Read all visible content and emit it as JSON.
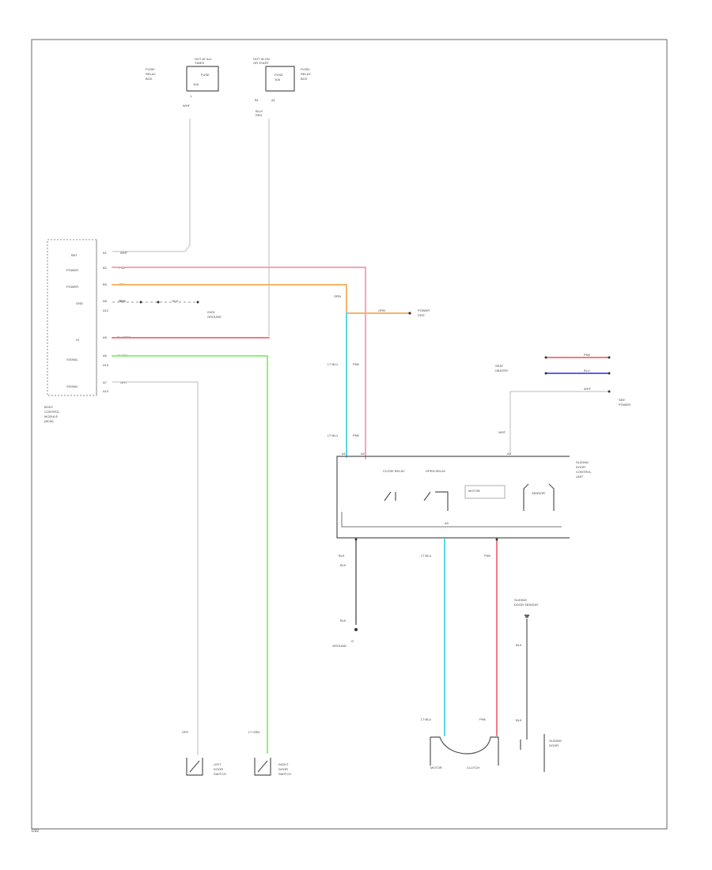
{
  "colors": {
    "pink": "#f4a6b8",
    "orange": "#f7b36a",
    "cyan": "#55d8ea",
    "green": "#8ef07c",
    "red": "#f27a86",
    "blue": "#5d5ef0",
    "gray": "#bdbdbd",
    "dark": "#555555"
  },
  "top_components": {
    "left": {
      "block": [
        "HOT AT ALL",
        "TIMES"
      ],
      "fuse": [
        "FUSE",
        "10A"
      ],
      "desc": [
        "FUSE/",
        "RELAY",
        "BOX"
      ],
      "connector": "1",
      "wire": "WHT"
    },
    "right": {
      "block": [
        "HOT IN ON",
        "OR START"
      ],
      "fuse": [
        "FUSE",
        "10A"
      ],
      "desc": [
        "FUSE/",
        "RELAY",
        "BOX"
      ],
      "pins": [
        "B1",
        "A1"
      ],
      "wire": [
        "BLU/",
        "RED"
      ]
    }
  },
  "left_module": {
    "rows": [
      {
        "label": "BAT",
        "pin": "A1",
        "wire": "WHT"
      },
      {
        "label": "POWER",
        "pin": "B2",
        "wire": "PNK"
      },
      {
        "label": "POWER",
        "pin": "B3",
        "wire": "ORN"
      },
      {
        "label": "GND",
        "pin": "A8",
        "wire": "BLK"
      },
      {
        "label": "IG",
        "pin": "A5",
        "wire": "BLU/RED"
      },
      {
        "label": "SIGNAL",
        "pin": "A6",
        "wire": "LT GRN"
      },
      {
        "label": "SIGNAL",
        "pin": "A7",
        "wire": "GRY"
      }
    ],
    "sub_pins": [
      "A12",
      "A13",
      "A14"
    ],
    "gnd_run": [
      "BLK",
      "BLK"
    ],
    "gnd_desc": [
      "G401",
      "GROUND"
    ],
    "name": [
      "BODY",
      "CONTROL",
      "MODULE",
      "(BCM)"
    ]
  },
  "orange_junction": "ORN",
  "orange_branch": {
    "wire": "ORN",
    "desc": [
      "POWER",
      "DIST."
    ]
  },
  "upper_right": {
    "wires": [
      "PNK",
      "BLU"
    ],
    "desc": [
      "SEAT",
      "HEATER"
    ],
    "white_wire": "WHT",
    "note": [
      "SEE",
      "POWER"
    ]
  },
  "vertical_labels": [
    "LT BLU",
    "PNK",
    "LT BLU",
    "PNK"
  ],
  "right_module": {
    "pins": [
      "A1",
      "A2",
      "A3"
    ],
    "inner": [
      "CLOSE RELAY",
      "OPEN RELAY",
      "MOTOR",
      "SENSOR"
    ],
    "bottom_pin": "A9",
    "name": [
      "SLIDING",
      "DOOR",
      "CONTROL",
      "UNIT"
    ],
    "top_wire": "WHT",
    "bottom_labels": [
      "BLK",
      "LT BLU",
      "PNK"
    ]
  },
  "ground_drop": {
    "wire": [
      "BLK",
      "BLK"
    ],
    "desc": [
      "G",
      "GROUND"
    ]
  },
  "sensor": {
    "label": [
      "SLIDING",
      "DOOR SENSOR"
    ],
    "wire": [
      "BLK",
      "BLK"
    ],
    "desc": [
      "SLIDING",
      "DOOR"
    ]
  },
  "bottom_switches": {
    "left": {
      "wire": "GRY",
      "desc": [
        "LEFT",
        "DOOR",
        "SWITCH"
      ]
    },
    "right": {
      "wire": "LT GRN",
      "desc": [
        "RIGHT",
        "DOOR",
        "SWITCH"
      ]
    }
  },
  "bottom_motor": {
    "wires": [
      "LT BLU",
      "PNK"
    ],
    "labels": [
      "MOTOR",
      "CLUTCH"
    ]
  },
  "footer": "D32"
}
